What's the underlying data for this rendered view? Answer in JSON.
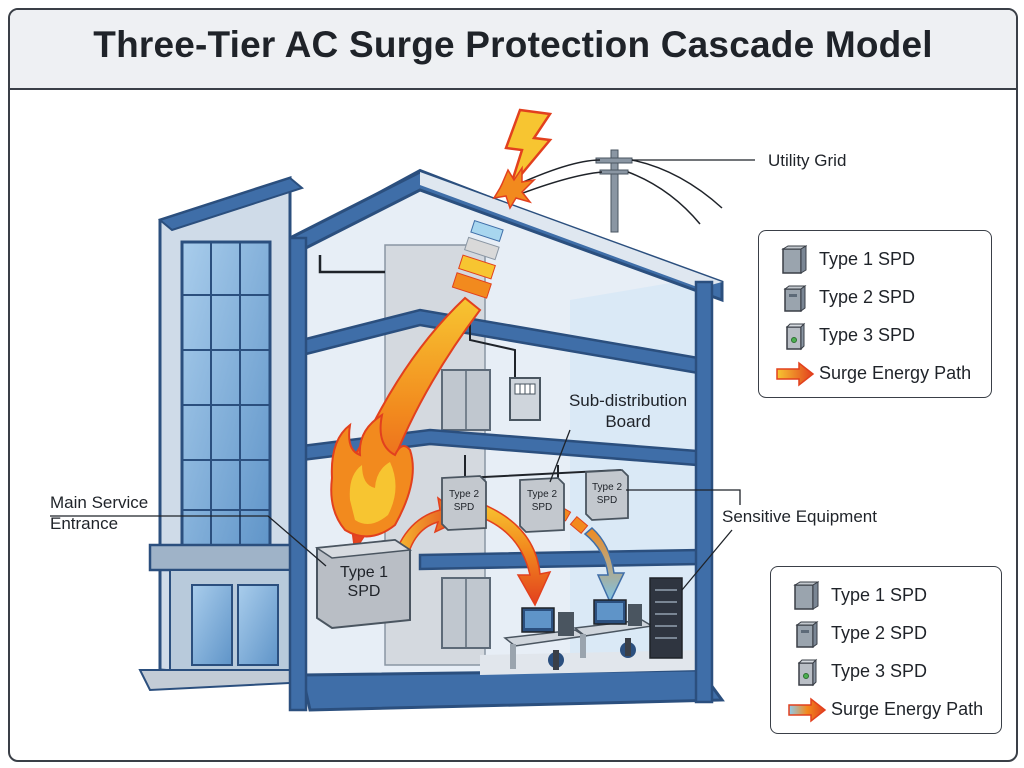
{
  "title": "Three-Tier AC Surge Protection Cascade Model",
  "labels": {
    "utility_grid": "Utility Grid",
    "main_service_entrance_line1": "Main Service",
    "main_service_entrance_line2": "Entrance",
    "sub_distribution_line1": "Sub-distribution",
    "sub_distribution_line2": "Board",
    "sensitive_equipment": "Sensitive Equipment"
  },
  "spd_boxes": {
    "type1_line1": "Type 1",
    "type1_line2": "SPD",
    "type2_a_line1": "Type 2",
    "type2_a_line2": "SPD",
    "type2_b_line1": "Type 2",
    "type2_b_line2": "SPD",
    "type2_c_line1": "Type 2",
    "type2_c_line2": "SPD"
  },
  "legend_top": {
    "items": [
      "Type 1 SPD",
      "Type 2 SPD",
      "Type 3 SPD",
      "Surge Energy Path"
    ]
  },
  "legend_bottom": {
    "items": [
      "Type 1 SPD",
      "Type 2 SPD",
      "Type 3 SPD",
      "Surge Energy Path"
    ]
  },
  "colors": {
    "building_blue": "#3f6ea8",
    "building_dark": "#2b4f7e",
    "wall_light": "#dde9f5",
    "surge_red": "#e2401e",
    "surge_orange": "#f28a1e",
    "surge_yellow": "#f7c531",
    "spd_grey": "#b9bec5"
  },
  "icons": [
    "lightning-bolt-icon",
    "utility-pole-icon",
    "computer-workstation-icon",
    "server-rack-icon",
    "elevator-icon",
    "office-chair-icon"
  ]
}
